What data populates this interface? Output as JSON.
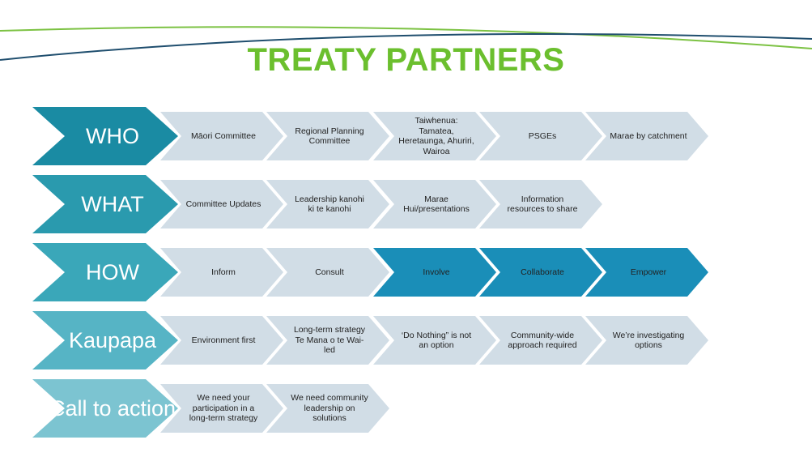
{
  "title": "TREATY PARTNERS",
  "colors": {
    "title": "#6bbf2e",
    "light_chevron": "#d1dde6",
    "active_chevron": "#1a8eb8",
    "arc_green": "#7cc243",
    "arc_navy": "#1f4e6e"
  },
  "rows": [
    {
      "label": "WHO",
      "color": "#1a8ba3",
      "items": [
        {
          "text": "Māori Committee",
          "active": false
        },
        {
          "text": "Regional Planning Committee",
          "active": false
        },
        {
          "text": "Taiwhenua: Tamatea, Heretaunga, Ahuriri, Wairoa",
          "active": false
        },
        {
          "text": "PSGEs",
          "active": false
        },
        {
          "text": "Marae by catchment",
          "active": false
        }
      ]
    },
    {
      "label": "WHAT",
      "color": "#2a9aae",
      "items": [
        {
          "text": "Committee Updates",
          "active": false
        },
        {
          "text": "Leadership kanohi ki te kanohi",
          "active": false
        },
        {
          "text": "Marae Hui/presentations",
          "active": false
        },
        {
          "text": "Information resources to share",
          "active": false
        }
      ]
    },
    {
      "label": "HOW",
      "color": "#3aa7b9",
      "items": [
        {
          "text": "Inform",
          "active": false
        },
        {
          "text": "Consult",
          "active": false
        },
        {
          "text": "Involve",
          "active": true
        },
        {
          "text": "Collaborate",
          "active": true
        },
        {
          "text": "Empower",
          "active": true
        }
      ]
    },
    {
      "label": "Kaupapa",
      "color": "#56b4c5",
      "items": [
        {
          "text": "Environment first",
          "active": false
        },
        {
          "text": "Long-term strategy Te Mana o te Wai-led",
          "active": false
        },
        {
          "text": "‘Do Nothing” is not an option",
          "active": false
        },
        {
          "text": "Community-wide approach required",
          "active": false
        },
        {
          "text": "We’re investigating options",
          "active": false
        }
      ]
    },
    {
      "label": "Call to action",
      "color": "#7cc4d1",
      "items": [
        {
          "text": "We need your participation in a long-term strategy",
          "active": false
        },
        {
          "text": "We need community leadership on solutions",
          "active": false
        }
      ]
    }
  ]
}
